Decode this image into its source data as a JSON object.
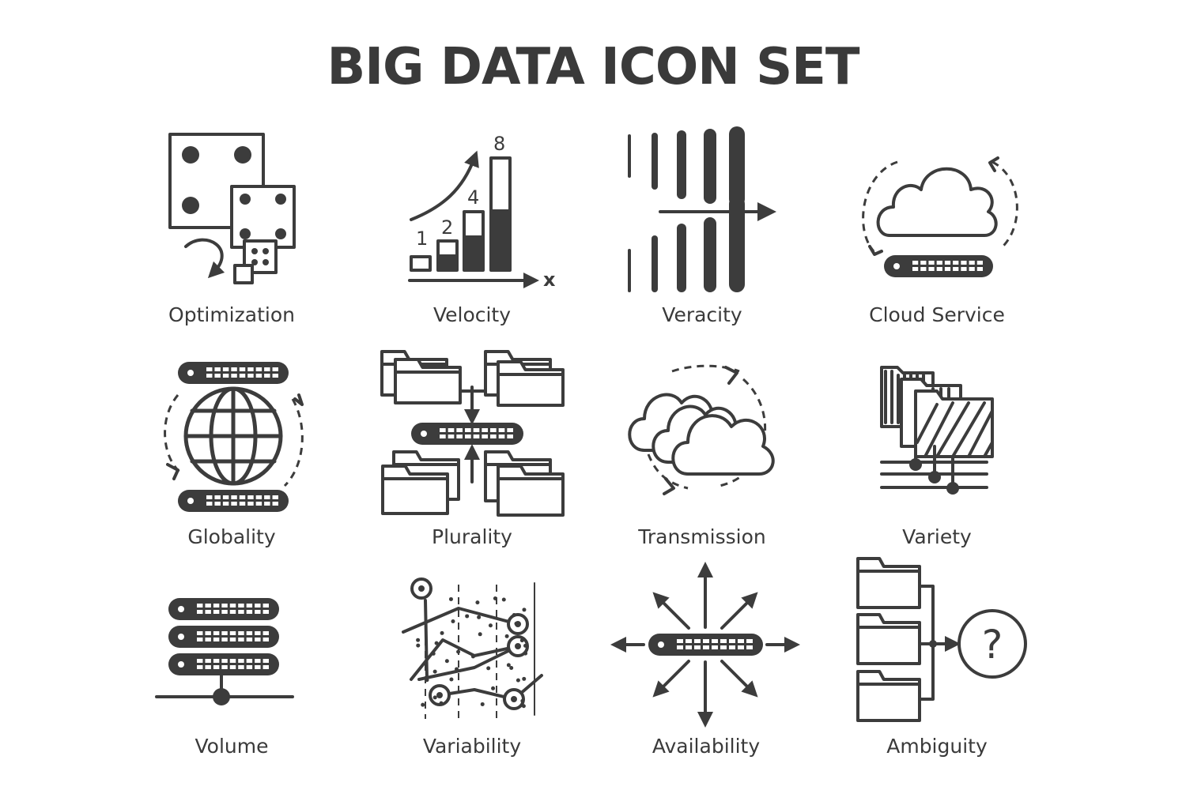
{
  "title": "BIG DATA ICON SET",
  "icons": [
    {
      "label": "Optimization"
    },
    {
      "label": "Velocity",
      "numbers": [
        "1",
        "2",
        "4",
        "8"
      ],
      "axis": "x"
    },
    {
      "label": "Veracity"
    },
    {
      "label": "Cloud Service"
    },
    {
      "label": "Globality"
    },
    {
      "label": "Plurality"
    },
    {
      "label": "Transmission"
    },
    {
      "label": "Variety"
    },
    {
      "label": "Volume"
    },
    {
      "label": "Variability"
    },
    {
      "label": "Availability"
    },
    {
      "label": "Ambiguity",
      "symbol": "?"
    }
  ],
  "colors": {
    "ink": "#3c3c3c",
    "background": "#ffffff"
  }
}
